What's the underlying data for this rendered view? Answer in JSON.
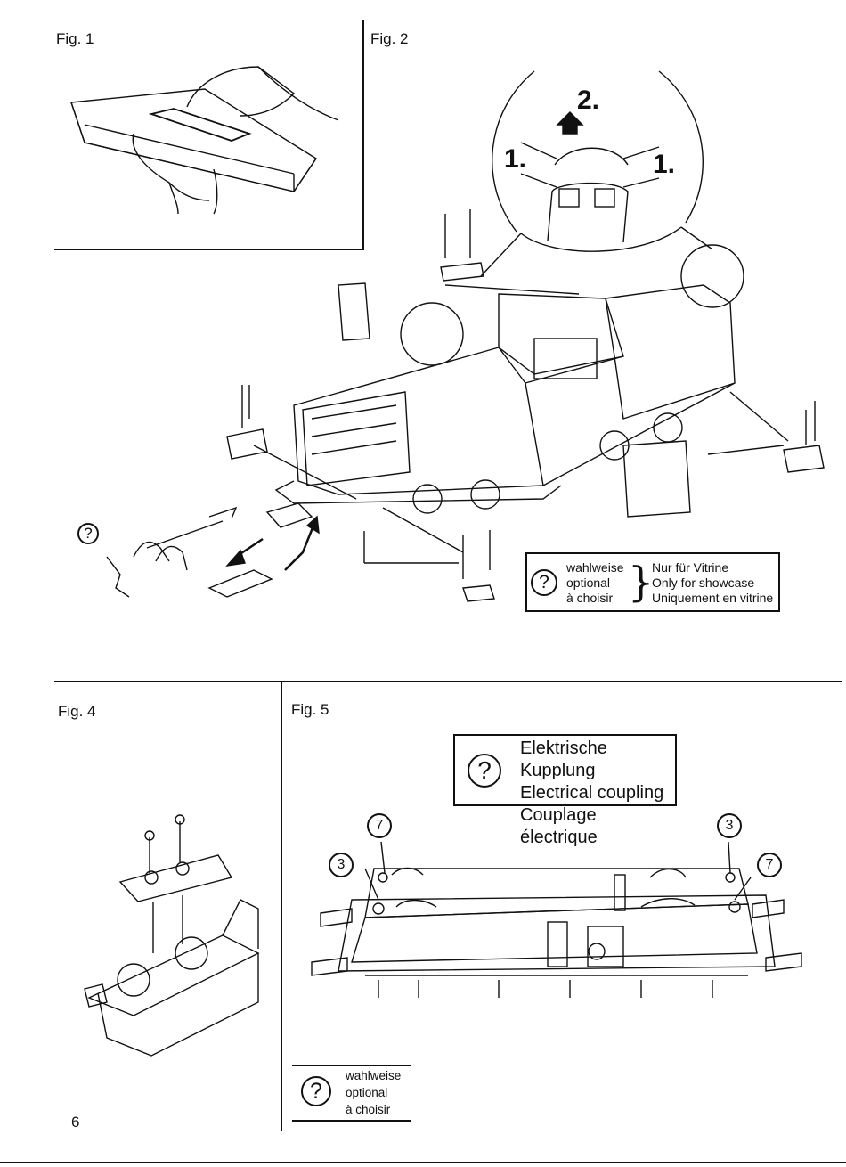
{
  "figures": {
    "fig1": "Fig. 1",
    "fig2": "Fig. 2",
    "fig4": "Fig. 4",
    "fig5": "Fig. 5"
  },
  "fig2_steps": {
    "step2": "2.",
    "step1_left": "1.",
    "step1_right": "1."
  },
  "optional_legend": {
    "symbol": "?",
    "left_lines": [
      "wahlweise",
      "optional",
      "à choisir"
    ],
    "right_lines": [
      "Nur für Vitrine",
      "Only for showcase",
      "Uniquement en vitrine"
    ]
  },
  "fig2_marker": "?",
  "electrical_coupling": {
    "symbol": "?",
    "lines": [
      "Elektrische Kupplung",
      "Electrical coupling",
      "Couplage électrique"
    ]
  },
  "fig5_callouts": [
    "7",
    "3",
    "3",
    "7"
  ],
  "bottom_legend": {
    "symbol": "?",
    "lines": [
      "wahlweise",
      "optional",
      "à choisir"
    ]
  },
  "page_number": "6"
}
